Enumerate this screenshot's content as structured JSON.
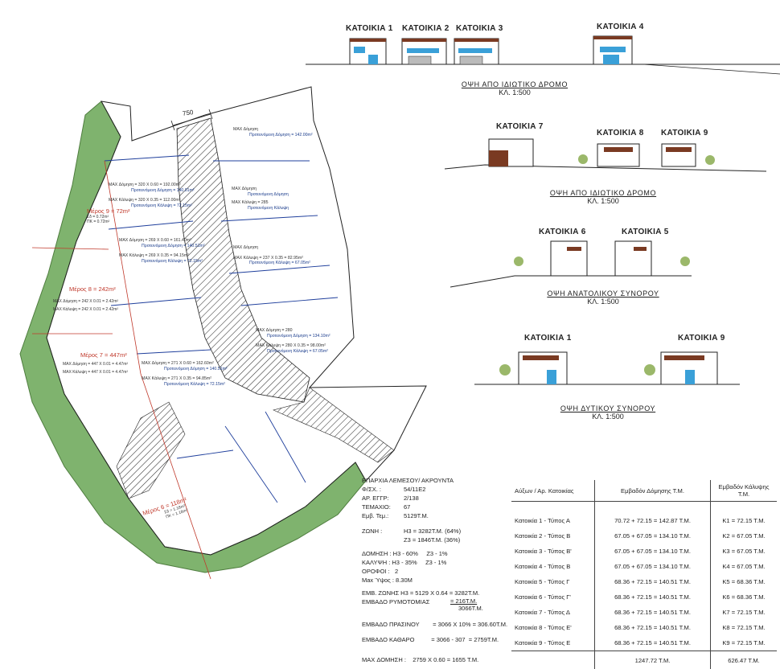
{
  "elevations": [
    {
      "houses": [
        "ΚΑΤΟΙΚΙΑ 1",
        "ΚΑΤΟΙΚΙΑ 2",
        "ΚΑΤΟΙΚΙΑ 3",
        "ΚΑΤΟΙΚΙΑ 4"
      ],
      "caption": "ΟΨΗ ΑΠΟ ΙΔΙΩΤΙΚΟ ΔΡΟΜΟ",
      "scale": "ΚΛ. 1:500"
    },
    {
      "houses": [
        "ΚΑΤΟΙΚΙΑ 7",
        "ΚΑΤΟΙΚΙΑ 8",
        "ΚΑΤΟΙΚΙΑ 9"
      ],
      "caption": "ΟΨΗ ΑΠΟ ΙΔΙΩΤΙΚΟ ΔΡΟΜΟ",
      "scale": "ΚΛ. 1:500"
    },
    {
      "houses": [
        "ΚΑΤΟΙΚΙΑ 6",
        "ΚΑΤΟΙΚΙΑ 5"
      ],
      "caption": "ΟΨΗ ΑΝΑΤΟΛΙΚΟΥ ΣΥΝΟΡΟΥ",
      "scale": "ΚΛ. 1:500"
    },
    {
      "houses": [
        "ΚΑΤΟΙΚΙΑ 1",
        "ΚΑΤΟΙΚΙΑ 9"
      ],
      "caption": "ΟΨΗ ΔΥΤΙΚΟΥ ΣΥΝΟΡΟΥ",
      "scale": "ΚΛ. 1:500"
    }
  ],
  "site_plan": {
    "dimension": "750",
    "parts": [
      {
        "title": "Μέρος 9 = 72m²",
        "lines": [
          "Σδ = 0.72m²",
          "ΠΚ = 0.72m²"
        ]
      },
      {
        "title": "Μέρος 8 = 242m²",
        "lines": [
          "MAX Δόμηση = 242 X 0.01 = 2.42m²",
          "MAX Κάλυψη = 242 X 0.01 = 2.42m²"
        ]
      },
      {
        "title": "Μέρος 7 = 447m²",
        "lines": [
          "MAX Δόμηση = 447 X 0.01 = 4.47m²",
          "MAX Κάλυψη = 447 X 0.01 = 4.47m²"
        ]
      },
      {
        "title": "Μέρος 6 = 118m²",
        "lines": [
          "Σδ = 1.18m²",
          "ΠΚ = 1.18m²"
        ]
      }
    ],
    "plots": [
      {
        "l1": "MAX Δόμηση = 320 X 0.60 = 192.00m²",
        "l2": "Προτεινόμενη Δόμηση = 140.01m²",
        "l3": "MAX Κάλυψη = 320 X 0.35 = 112.00m²",
        "l4": "Προτεινόμενη Κάλυψη = 72.15m²"
      },
      {
        "l1": "MAX Δόμηση = 269 X 0.60 = 161.40m²",
        "l2": "Προτεινόμενη Δόμηση = 140.51m²",
        "l3": "MAX Κάλυψη = 269 X 0.35 = 94.15m²",
        "l4": "Προτεινόμενη Κάλυψη = 72.15m²"
      },
      {
        "l1": "MAX Δόμηση = 271 X 0.60 = 162.60m²",
        "l2": "Προτεινόμενη Δόμηση = 140.51m²",
        "l3": "MAX Κάλυψη = 271 X 0.35 = 94.85m²",
        "l4": "Προτεινόμενη Κάλυψη = 72.15m²"
      },
      {
        "l1": "MAX Δόμηση",
        "l2": "Προτεινόμενη Δόμηση = 142.00m²",
        "l3": "",
        "l4": ""
      },
      {
        "l1": "MAX Δόμηση",
        "l2": "Προτεινόμενη Δόμηση",
        "l3": "MAX Κάλυψη = 285",
        "l4": "Προτεινόμενη Κάλυψη"
      },
      {
        "l1": "MAX Δόμηση",
        "l2": "",
        "l3": "MAX Κάλυψη = 237 X 0.35 = 82.95m²",
        "l4": "Προτεινόμενη Κάλυψη = 67.05m²"
      },
      {
        "l1": "MAX Δόμηση = 280",
        "l2": "Προτεινόμενη Δόμηση = 134.10m²",
        "l3": "MAX Κάλυψη = 280 X 0.35 = 98.00m²",
        "l4": "Προτεινόμενη Κάλυψη = 67.05m²"
      }
    ]
  },
  "site_info": {
    "heading": "ΕΠΑΡΧΙΑ ΛΕΜΕΣΟΥ/ ΑΚΡΟΥΝΤΑ",
    "rows": [
      {
        "k": "Φ/ΣΧ. :",
        "v": "54/11E2"
      },
      {
        "k": "ΑΡ. ΕΓΓΡ:",
        "v": "2/138"
      },
      {
        "k": "ΤΕΜΑΧΙΟ:",
        "v": "67"
      },
      {
        "k": "Εμβ. Τεμ.:",
        "v": "5129Τ.Μ."
      }
    ],
    "zone_label": "ΖΩΝΗ :",
    "zone_h3": "Η3 = 3282Τ.Μ. (64%)",
    "zone_z3": "Ζ3 = 1846Τ.Μ. (36%)",
    "domisi": "ΔΟΜΗΣΗ : Η3 - 60%     Ζ3 - 1%",
    "kalypsi": "ΚΑΛΥΨΗ : Η3 - 35%     Ζ3 - 1%",
    "orofoi": "ΟΡΟΦΟΙ :   2",
    "max_ypsos": "Max Ύψος : 8.30M",
    "emb_zonis": "ΕΜΒ. ΖΩΝΗΣ Η3 = 5129 X 0.64 = 3282Τ.Μ.",
    "emb_rymo_label": "ΕΜΒΑΔΟ ΡΥΜΟΤΟΜΙΑΣ",
    "emb_rymo_val1": "= 216Τ.Μ.",
    "emb_rymo_val2": "3066Τ.Μ.",
    "emb_prasinou": "ΕΜΒΑΔΟ ΠΡΑΣΙΝΟΥ        = 3066 X 10% = 306.60Τ.Μ.",
    "emb_katharo": "ΕΜΒΑΔΟ ΚΑΘΑΡΟ          = 3066 - 307  = 2759Τ.Μ.",
    "max_domisi": "MAX ΔΟΜΗΣΗ :    2759 X 0.60 = 1655 Τ.Μ."
  },
  "table": {
    "headers": [
      "Αύξων / Αρ. Κατοικίας",
      "Εμβαδόν Δόμησης Τ.Μ.",
      "Εμβαδόν Κάλυψης Τ.Μ."
    ],
    "rows": [
      [
        "Κατοικία 1 - Τύπος Α",
        "70.72 + 72.15 = 142.87 Τ.Μ.",
        "Κ1 = 72.15 Τ.Μ."
      ],
      [
        "Κατοικία 2 - Τύπος Β",
        "67.05 + 67.05 = 134.10 Τ.Μ.",
        "Κ2 = 67.05 Τ.Μ."
      ],
      [
        "Κατοικία 3 - Τύπος Β'",
        "67.05 + 67.05 = 134.10 Τ.Μ.",
        "Κ3 = 67.05 Τ.Μ."
      ],
      [
        "Κατοικία 4 - Τύπος Β",
        "67.05 + 67.05 = 134.10 Τ.Μ.",
        "Κ4 = 67.05 Τ.Μ."
      ],
      [
        "Κατοικία 5 - Τύπος Γ",
        "68.36 + 72.15 = 140.51 Τ.Μ.",
        "Κ5 = 68.36 Τ.Μ."
      ],
      [
        "Κατοικία 6 - Τύπος Γ'",
        "68.36 + 72.15 = 140.51 Τ.Μ.",
        "Κ6 = 68.36 Τ.Μ."
      ],
      [
        "Κατοικία 7 - Τύπος Δ",
        "68.36 + 72.15 = 140.51 Τ.Μ.",
        "Κ7 = 72.15 Τ.Μ."
      ],
      [
        "Κατοικία 8 - Τύπος Ε'",
        "68.36 + 72.15 = 140.51 Τ.Μ.",
        "Κ8 = 72.15 Τ.Μ."
      ],
      [
        "Κατοικία 9 - Τύπος Ε",
        "68.36 + 72.15 = 140.51 Τ.Μ.",
        "Κ9 = 72.15 Τ.Μ."
      ]
    ],
    "totals": [
      "",
      "1247.72 Τ.Μ.",
      "626.47 Τ.Μ."
    ]
  },
  "colors": {
    "green_belt": "#7fb36e",
    "plot_line": "#1f3f9c",
    "part_line": "#c0392b",
    "hatch": "#333333",
    "wood": "#7a3a22",
    "glass": "#3aa0d8"
  }
}
